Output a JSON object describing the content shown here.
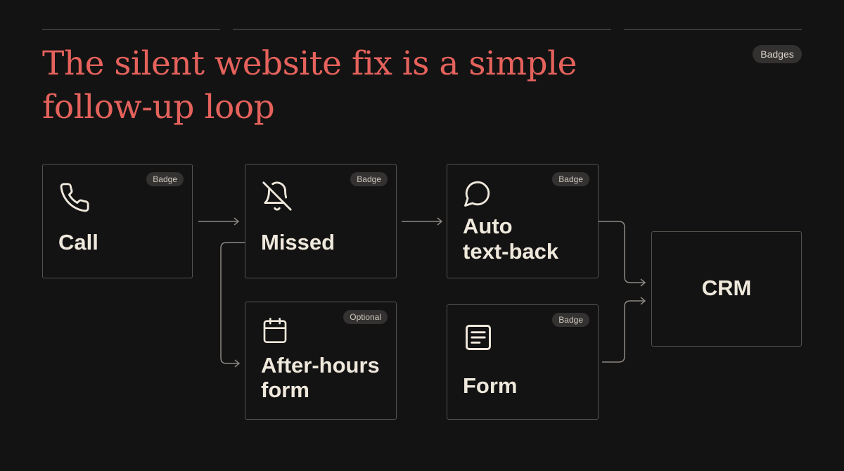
{
  "title": "The silent website fix is a simple follow-up loop",
  "top_badge": "Badges",
  "nodes": {
    "call": {
      "label": "Call",
      "badge": "Badge",
      "icon": "phone-icon"
    },
    "missed": {
      "label": "Missed",
      "badge": "Badge",
      "icon": "bell-off-icon"
    },
    "auto": {
      "label_line1": "Auto",
      "label_line2": "text-back",
      "badge": "Badge",
      "icon": "chat-bubble-icon"
    },
    "afterhours": {
      "label_line1": "After-hours",
      "label_line2": "form",
      "badge": "Optional",
      "icon": "calendar-icon"
    },
    "form": {
      "label": "Form",
      "badge": "Badge",
      "icon": "document-icon"
    },
    "crm": {
      "label": "CRM"
    }
  },
  "colors": {
    "background": "#141313",
    "title": "#e5625c",
    "text": "#efe8dc",
    "border": "#56534f",
    "badge_bg": "#343231"
  }
}
